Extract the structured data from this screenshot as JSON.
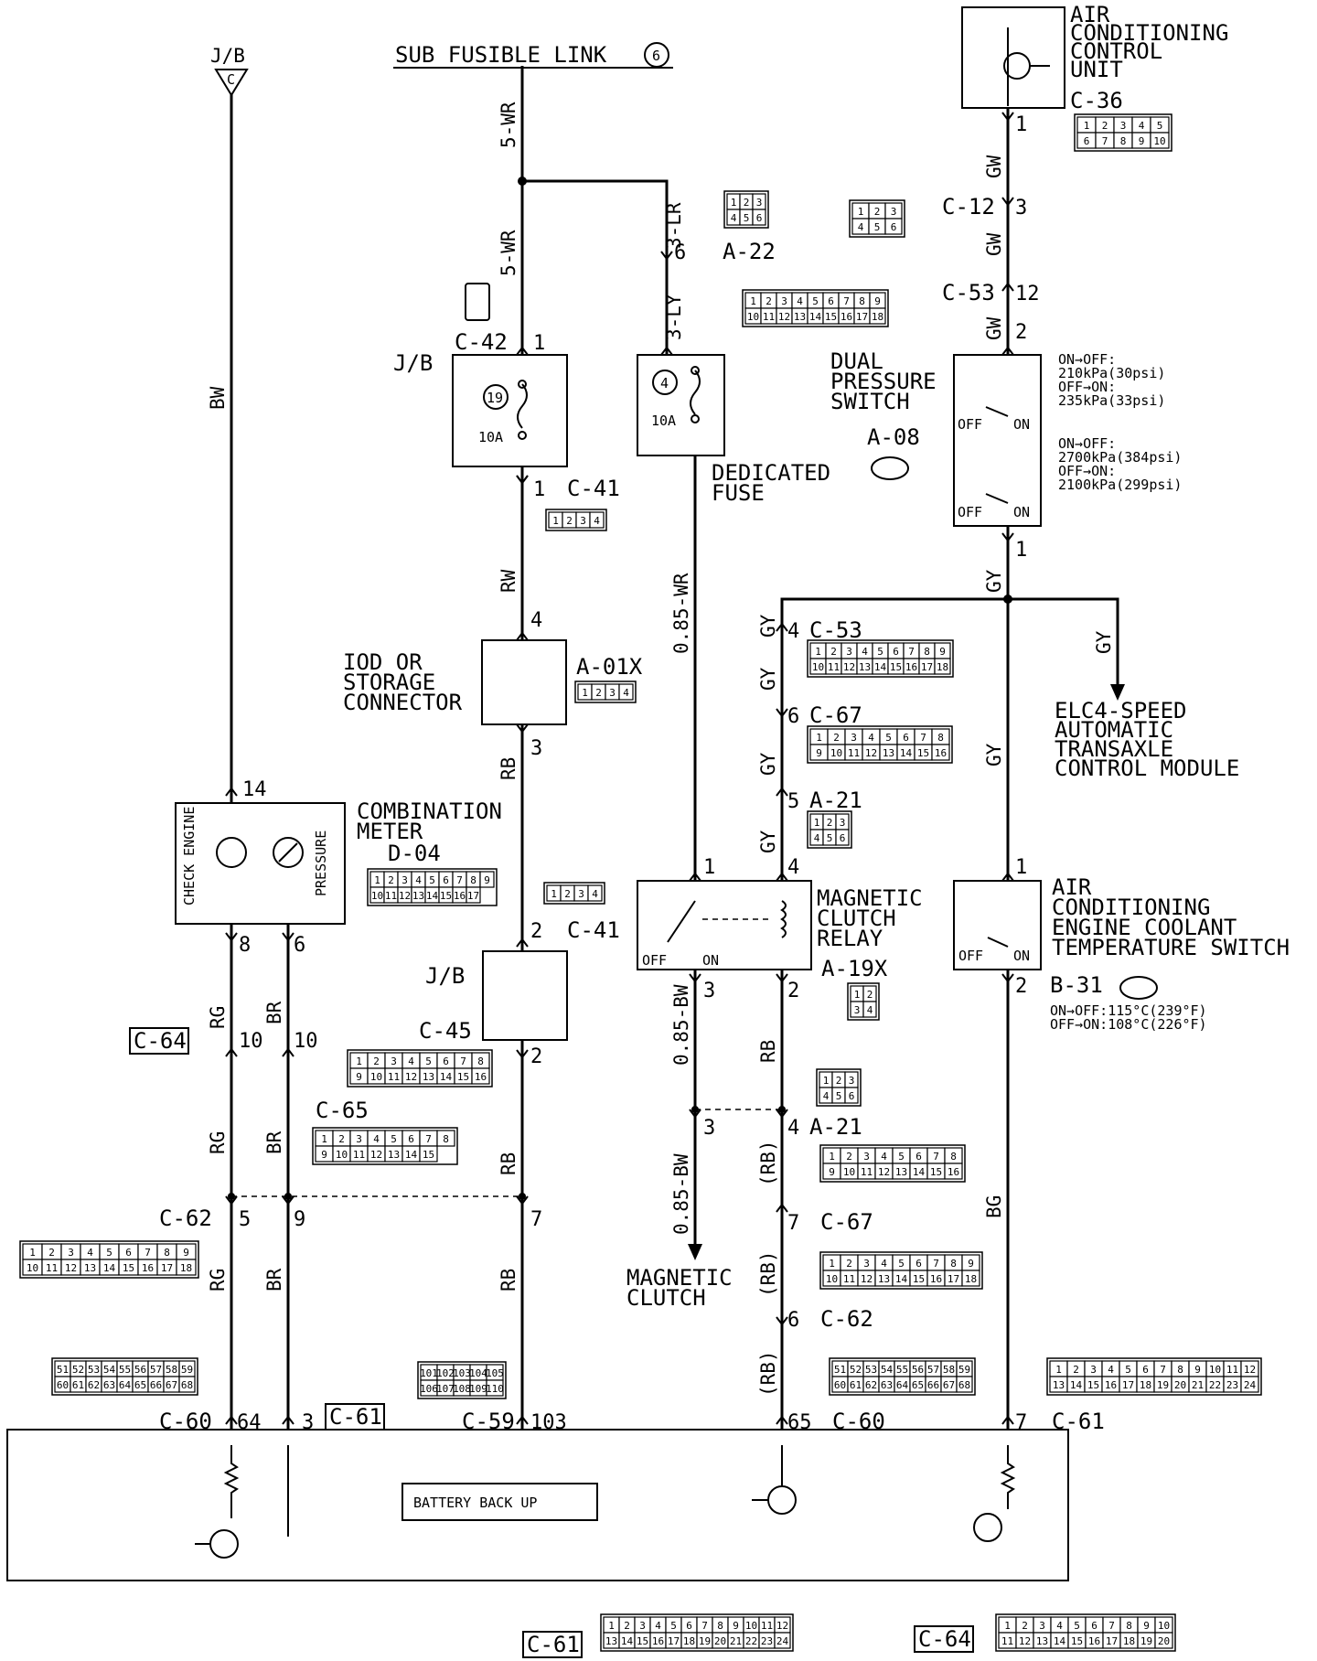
{
  "title": "SUB FUSIBLE LINK",
  "sub_fusible_link_no": "6",
  "jb_top": {
    "label": "J/B",
    "letter": "C"
  },
  "components": {
    "ac_control_unit": {
      "name": [
        "AIR",
        "CONDITIONING",
        "CONTROL",
        "UNIT"
      ],
      "connector": "C-36"
    },
    "jb_upper": {
      "label": "J/B",
      "fuse_no": "19",
      "amp": "10A",
      "conn_in": "C-42",
      "conn_out": "C-41"
    },
    "dedicated_fuse": {
      "fuse_no": "4",
      "amp": "10A",
      "label": [
        "DEDICATED",
        "FUSE"
      ]
    },
    "dual_pressure_switch": {
      "name": [
        "DUAL",
        "PRESSURE",
        "SWITCH"
      ],
      "connector": "A-08",
      "spec1": [
        "ON→OFF:",
        "210kPa(30psi)",
        "OFF→ON:",
        "235kPa(33psi)"
      ],
      "spec2": [
        "ON→OFF:",
        "2700kPa(384psi)",
        "OFF→ON:",
        "2100kPa(299psi)"
      ],
      "off": "OFF",
      "on": "ON"
    },
    "iod_connector": {
      "name": [
        "IOD OR",
        "STORAGE",
        "CONNECTOR"
      ],
      "connector": "A-01X"
    },
    "combination_meter": {
      "name": [
        "COMBINATION",
        "METER"
      ],
      "connector": "D-04",
      "check_engine": "CHECK ENGINE",
      "pressure": "PRESSURE"
    },
    "jb_lower": {
      "label": "J/B",
      "conn_top": "C-41",
      "conn_bottom": "C-45"
    },
    "magnetic_clutch_relay": {
      "name": [
        "MAGNETIC",
        "CLUTCH",
        "RELAY"
      ],
      "connector": "A-19X",
      "off": "OFF",
      "on": "ON"
    },
    "ac_coolant_switch": {
      "name": [
        "AIR",
        "CONDITIONING",
        "ENGINE COOLANT",
        "TEMPERATURE SWITCH"
      ],
      "connector": "B-31",
      "spec": [
        "ON→OFF:115°C(239°F)",
        "OFF→ON:108°C(226°F)"
      ],
      "off": "OFF",
      "on": "ON"
    },
    "elc": {
      "name": [
        "ELC4-SPEED",
        "AUTOMATIC",
        "TRANSAXLE",
        "CONTROL MODULE"
      ]
    },
    "magnetic_clutch": {
      "name": [
        "MAGNETIC",
        "CLUTCH"
      ]
    },
    "battery_backup": "BATTERY BACK UP"
  },
  "wires": {
    "bw": "BW",
    "wr5a": "5-WR",
    "wr5b": "5-WR",
    "lr3": "3-LR",
    "ly3": "3-LY",
    "rw": "RW",
    "rb1": "RB",
    "wr085": "0.85-WR",
    "gw1": "GW",
    "gw2": "GW",
    "gw3": "GW",
    "gy1": "GY",
    "gy2": "GY",
    "gy3": "GY",
    "gy4": "GY",
    "gy5": "GY",
    "gy6": "GY",
    "gy7": "GY",
    "rg1": "RG",
    "rg2": "RG",
    "rg3": "RG",
    "br1": "BR",
    "br2": "BR",
    "br3": "BR",
    "rb2": "RB",
    "rb3": "RB",
    "bw085a": "0.85-BW",
    "bw085b": "0.85-BW",
    "rb4": "RB",
    "rbp1": "(RB)",
    "rbp2": "(RB)",
    "rbp3": "(RB)",
    "bg": "BG"
  },
  "connectors": {
    "c12": "C-12",
    "c53a": "C-53",
    "a22": "A-22",
    "c53b": "C-53",
    "c67a": "C-67",
    "a21a": "A-21",
    "a21b": "A-21",
    "c67b": "C-67",
    "c62a": "C-62",
    "c62b": "C-62",
    "c65": "C-65",
    "c64a": "C-64",
    "c60a": "C-60",
    "c61a": "C-61",
    "c59": "C-59",
    "c60b": "C-60",
    "c61b": "C-61",
    "c61c": "C-61",
    "c64b": "C-64"
  },
  "pins": {
    "p1": "1",
    "p3": "3",
    "p12": "12",
    "p2": "2",
    "p6": "6",
    "p1b": "1",
    "p1c": "1",
    "p4": "4",
    "p3b": "3",
    "p14": "14",
    "p8": "8",
    "p6b": "6",
    "p2b": "2",
    "p2c": "2",
    "p10a": "10",
    "p10b": "10",
    "p5": "5",
    "p9": "9",
    "p7": "7",
    "p64": "64",
    "p3c": "3",
    "p103": "103",
    "p4b": "4",
    "p6c": "6",
    "p5b": "5",
    "p4c": "4",
    "p1d": "1",
    "p3d": "3",
    "p2d": "2",
    "p3e": "3",
    "p4d": "4",
    "p7b": "7",
    "p6d": "6",
    "p65": "65",
    "p1e": "1",
    "p2e": "2",
    "p7c": "7"
  },
  "connector_grids": {
    "c36": [
      "1",
      "2",
      "3",
      "4",
      "5",
      "6",
      "7",
      "8",
      "9",
      "10"
    ],
    "a22": [
      "1",
      "2",
      "3",
      "4",
      "5",
      "6"
    ],
    "c12": [
      "1",
      "2",
      "3",
      "4",
      "5",
      "6"
    ],
    "c53_top": [
      "1",
      "2",
      "3",
      "4",
      "5",
      "6",
      "7",
      "8",
      "9",
      "10",
      "11",
      "12",
      "13",
      "14",
      "15",
      "16",
      "17",
      "18"
    ],
    "c41_top": [
      "1",
      "2",
      "3",
      "4"
    ],
    "a01x": [
      "1",
      "2",
      "3",
      "4"
    ],
    "c53_mid": [
      "1",
      "2",
      "3",
      "4",
      "5",
      "6",
      "7",
      "8",
      "9",
      "10",
      "11",
      "12",
      "13",
      "14",
      "15",
      "16",
      "17",
      "18"
    ],
    "c67_mid": [
      "1",
      "2",
      "3",
      "4",
      "5",
      "6",
      "7",
      "8",
      "9",
      "10",
      "11",
      "12",
      "13",
      "14",
      "15",
      "16"
    ],
    "a21_mid": [
      "1",
      "2",
      "3",
      "4",
      "5",
      "6"
    ],
    "d04": [
      "1",
      "2",
      "3",
      "4",
      "5",
      "6",
      "7",
      "8",
      "9",
      "10",
      "11",
      "12",
      "13",
      "14",
      "15",
      "16",
      "17"
    ],
    "c41_low": [
      "1",
      "2",
      "3",
      "4"
    ],
    "a19x": [
      "1",
      "2",
      "3",
      "4"
    ],
    "c45": [
      "1",
      "2",
      "3",
      "4",
      "5",
      "6",
      "7",
      "8",
      "9",
      "10",
      "11",
      "12",
      "13",
      "14",
      "15",
      "16"
    ],
    "c65": [
      "1",
      "2",
      "3",
      "4",
      "5",
      "6",
      "7",
      "8",
      "9",
      "10",
      "11",
      "12",
      "13",
      "14",
      "15"
    ],
    "a21_low": [
      "1",
      "2",
      "3",
      "4",
      "5",
      "6"
    ],
    "c67_low": [
      "1",
      "2",
      "3",
      "4",
      "5",
      "6",
      "7",
      "8",
      "9",
      "10",
      "11",
      "12",
      "13",
      "14",
      "15",
      "16"
    ],
    "c62_left": [
      "1",
      "2",
      "3",
      "4",
      "5",
      "6",
      "7",
      "8",
      "9",
      "10",
      "11",
      "12",
      "13",
      "14",
      "15",
      "16",
      "17",
      "18"
    ],
    "c62_right": [
      "1",
      "2",
      "3",
      "4",
      "5",
      "6",
      "7",
      "8",
      "9",
      "10",
      "11",
      "12",
      "13",
      "14",
      "15",
      "16",
      "17",
      "18"
    ],
    "c60_left": [
      "51",
      "52",
      "53",
      "54",
      "55",
      "56",
      "57",
      "58",
      "59",
      "60",
      "61",
      "62",
      "63",
      "64",
      "65",
      "66",
      "67",
      "68"
    ],
    "c59": [
      "101",
      "102",
      "103",
      "104",
      "105",
      "106",
      "107",
      "108",
      "109",
      "110"
    ],
    "c60_right": [
      "51",
      "52",
      "53",
      "54",
      "55",
      "56",
      "57",
      "58",
      "59",
      "60",
      "61",
      "62",
      "63",
      "64",
      "65",
      "66",
      "67",
      "68"
    ],
    "c61_right": [
      "1",
      "2",
      "3",
      "4",
      "5",
      "6",
      "7",
      "8",
      "9",
      "10",
      "11",
      "12",
      "13",
      "14",
      "15",
      "16",
      "17",
      "18",
      "19",
      "20",
      "21",
      "22",
      "23",
      "24"
    ],
    "c61_bottom": [
      "1",
      "2",
      "3",
      "4",
      "5",
      "6",
      "7",
      "8",
      "9",
      "10",
      "11",
      "12",
      "13",
      "14",
      "15",
      "16",
      "17",
      "18",
      "19",
      "20",
      "21",
      "22",
      "23",
      "24"
    ],
    "c64_bottom": [
      "1",
      "2",
      "3",
      "4",
      "5",
      "6",
      "7",
      "8",
      "9",
      "10",
      "11",
      "12",
      "13",
      "14",
      "15",
      "16",
      "17",
      "18",
      "19",
      "20"
    ]
  }
}
